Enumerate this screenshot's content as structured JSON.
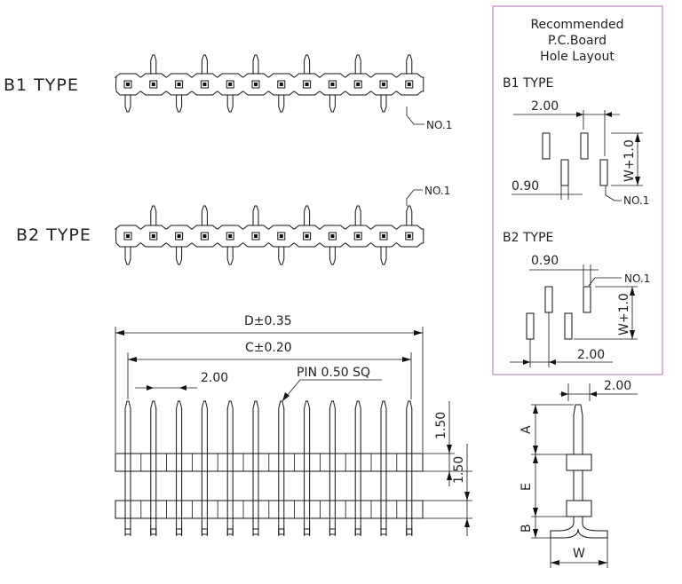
{
  "side_view": {
    "b1_label": "B1  TYPE",
    "b2_label": "B2  TYPE",
    "no1_top": "NO.1",
    "no1_bottom": "NO.1"
  },
  "front_view": {
    "dim_d": "D±0.35",
    "dim_c": "C±0.20",
    "pitch": "2.00",
    "pin_note": "PIN  0.50  SQ",
    "dim_150_a": "1.50",
    "dim_150_b": "1.50"
  },
  "layout_box": {
    "title_line1": "Recommended",
    "title_line2": "P.C.Board",
    "title_line3": "Hole  Layout",
    "b1_type": "B1  TYPE",
    "b1_pitch": "2.00",
    "b1_hole": "0.90",
    "b1_w": "W+1.0",
    "b1_no1": "NO.1",
    "b2_type": "B2  TYPE",
    "b2_hole": "0.90",
    "b2_no1": "NO.1",
    "b2_w": "W+1.0",
    "b2_pitch": "2.00"
  },
  "profile_view": {
    "pitch": "2.00",
    "dim_a": "A",
    "dim_e": "E",
    "dim_b": "B",
    "dim_w": "W"
  },
  "colors": {
    "box_border": "#c48ec6",
    "line": "#111111"
  }
}
